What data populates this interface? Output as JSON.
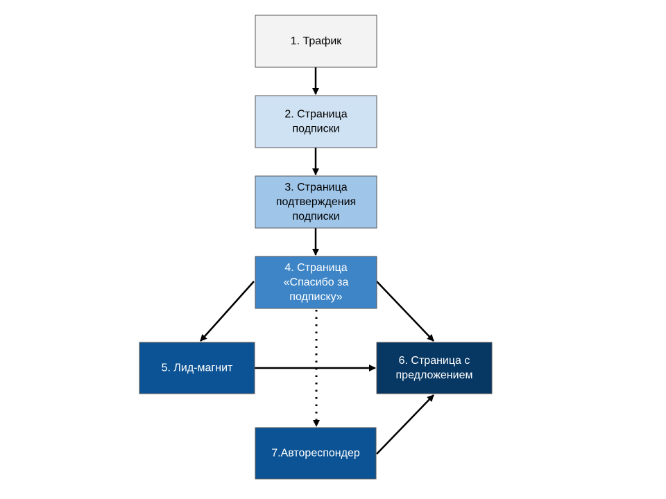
{
  "nodes": {
    "traffic": {
      "lines": [
        "1. Трафик"
      ],
      "fill": "#f3f3f3",
      "text_color": "#000000"
    },
    "subscribe_page": {
      "lines": [
        "2. Страница",
        "подписки"
      ],
      "fill": "#cfe2f3",
      "text_color": "#000000"
    },
    "confirm_page": {
      "lines": [
        "3. Страница",
        "подтверждения",
        "подписки"
      ],
      "fill": "#9fc5e8",
      "text_color": "#000000"
    },
    "thankyou_page": {
      "lines": [
        "4. Страница",
        "«Спасибо за",
        "подписку»"
      ],
      "fill": "#3d85c6",
      "text_color": "#ffffff"
    },
    "lead_magnet": {
      "lines": [
        "5. Лид-магнит"
      ],
      "fill": "#0b5394",
      "text_color": "#ffffff"
    },
    "offer_page": {
      "lines": [
        "6. Страница с",
        "предложением"
      ],
      "fill": "#073763",
      "text_color": "#ffffff"
    },
    "autoresponder": {
      "lines": [
        "7.Автореспондер"
      ],
      "fill": "#0b5394",
      "text_color": "#ffffff"
    }
  },
  "edges": [
    {
      "from": "traffic",
      "to": "subscribe_page",
      "style": "solid"
    },
    {
      "from": "subscribe_page",
      "to": "confirm_page",
      "style": "solid"
    },
    {
      "from": "confirm_page",
      "to": "thankyou_page",
      "style": "solid"
    },
    {
      "from": "thankyou_page",
      "to": "lead_magnet",
      "style": "solid"
    },
    {
      "from": "thankyou_page",
      "to": "offer_page",
      "style": "solid"
    },
    {
      "from": "thankyou_page",
      "to": "autoresponder",
      "style": "dotted"
    },
    {
      "from": "lead_magnet",
      "to": "offer_page",
      "style": "solid"
    },
    {
      "from": "autoresponder",
      "to": "offer_page",
      "style": "solid"
    }
  ],
  "colors": {
    "border": "#595959",
    "arrow": "#000000"
  }
}
